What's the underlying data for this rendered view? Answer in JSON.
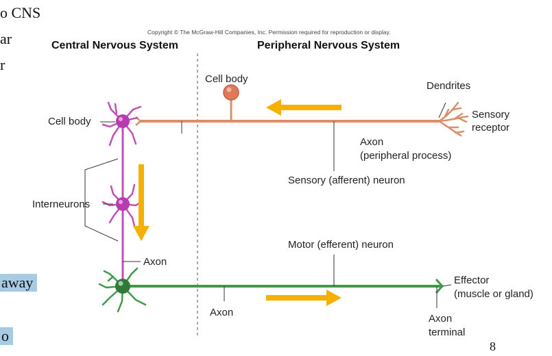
{
  "slide_fragments": {
    "line1": "o CNS",
    "line2": "ar",
    "line3": "r",
    "highlight1": "away",
    "highlight2": "o"
  },
  "diagram": {
    "copyright": "Copyright © The McGraw-Hill Companies, Inc. Permission required for reproduction or display.",
    "header_cns": "Central Nervous System",
    "header_pns": "Peripheral Nervous System",
    "labels": {
      "cell_body_sensory": "Cell body",
      "dendrites": "Dendrites",
      "sensory_receptor_1": "Sensory",
      "sensory_receptor_2": "receptor",
      "cell_body_left": "Cell body",
      "axon_peripheral_1": "Axon",
      "axon_peripheral_2": "(peripheral process)",
      "sensory_neuron": "Sensory (afferent) neuron",
      "interneurons": "Interneurons",
      "motor_neuron": "Motor (efferent) neuron",
      "axon_inter": "Axon",
      "effector_1": "Effector",
      "effector_2": "(muscle or gland)",
      "axon_motor": "Axon",
      "axon_terminal_1": "Axon",
      "axon_terminal_2": "terminal"
    },
    "colors": {
      "sensory": "#d9906a",
      "interneuron": "#c050b8",
      "motor": "#3f9a4a",
      "arrow": "#f5b000"
    }
  },
  "page_number": "8"
}
